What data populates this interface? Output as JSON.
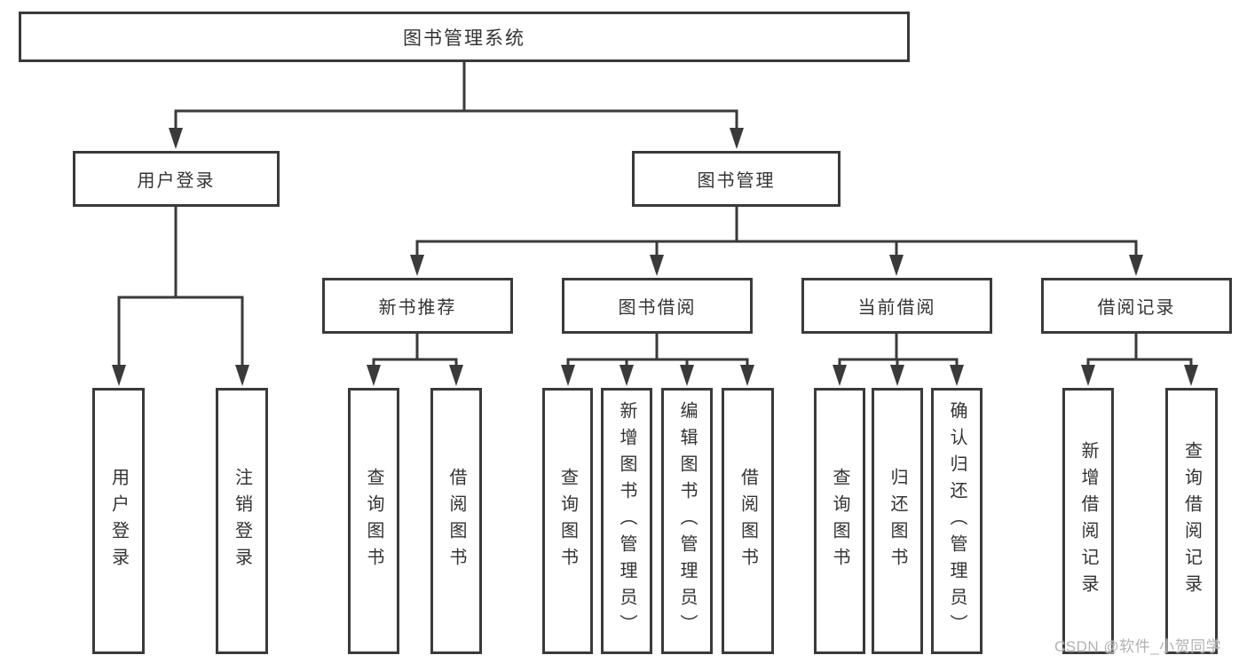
{
  "diagram_title": "图书管理系统",
  "watermark": "CSDN @软件_小贺同学",
  "colors": {
    "line": "#3a3a3a",
    "box_background": "#ffffff",
    "text": "#333333",
    "watermark": "#b2b2b2"
  },
  "nodes": {
    "root": {
      "label": "图书管理系统"
    },
    "user_login": {
      "label": "用户登录"
    },
    "book_mgmt": {
      "label": "图书管理"
    },
    "new_book_rec": {
      "label": "新书推荐"
    },
    "book_borrow": {
      "label": "图书借阅"
    },
    "current_borrow": {
      "label": "当前借阅"
    },
    "borrow_records": {
      "label": "借阅记录"
    },
    "leaf_user_login": {
      "label": "用户登录"
    },
    "leaf_logout": {
      "label": "注销登录"
    },
    "leaf_query_book_1": {
      "label": "查询图书"
    },
    "leaf_borrow_book_1": {
      "label": "借阅图书"
    },
    "leaf_query_book_2": {
      "label": "查询图书"
    },
    "leaf_add_book": {
      "label": "新增图书（管理员）"
    },
    "leaf_edit_book": {
      "label": "编辑图书（管理员）"
    },
    "leaf_borrow_book_2": {
      "label": "借阅图书"
    },
    "leaf_query_book_3": {
      "label": "查询图书"
    },
    "leaf_return_book": {
      "label": "归还图书"
    },
    "leaf_confirm_return": {
      "label": "确认归还（管理员）"
    },
    "leaf_add_record": {
      "label": "新增借阅记录"
    },
    "leaf_query_record": {
      "label": "查询借阅记录"
    }
  },
  "hierarchy": {
    "图书管理系统": {
      "用户登录": [
        "用户登录",
        "注销登录"
      ],
      "图书管理": {
        "新书推荐": [
          "查询图书",
          "借阅图书"
        ],
        "图书借阅": [
          "查询图书",
          "新增图书（管理员）",
          "编辑图书（管理员）",
          "借阅图书"
        ],
        "当前借阅": [
          "查询图书",
          "归还图书",
          "确认归还（管理员）"
        ],
        "借阅记录": [
          "新增借阅记录",
          "查询借阅记录"
        ]
      }
    }
  }
}
